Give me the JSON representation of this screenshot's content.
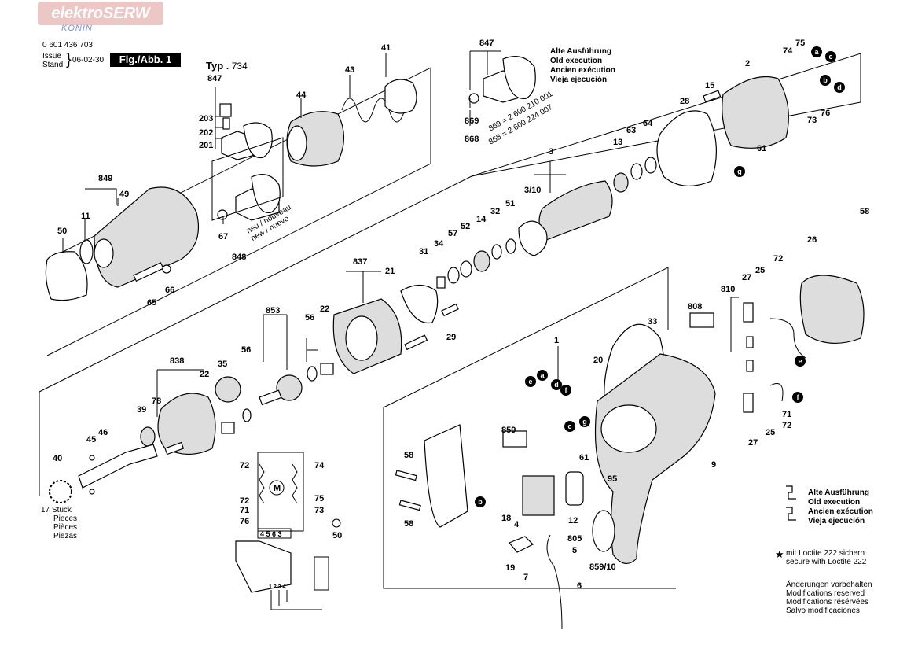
{
  "watermark": {
    "brand": "elektroSERW",
    "city": "KONIN"
  },
  "header": {
    "doc_number": "0 601 436 703",
    "issue_label": "Issue",
    "stand_label": "Stand",
    "date": "06-02-30",
    "fig_label": "Fig./Abb. 1",
    "typ_label": "Typ .",
    "typ_value": "734"
  },
  "variant_note_top": {
    "lines": [
      "Alte Ausführung",
      "Old execution",
      "Ancien exécution",
      "Vieja ejecución"
    ],
    "ref_869": "869 = 2 600 210 001",
    "ref_868": "868 = 2 600 224 007"
  },
  "variant_note_right": {
    "lines": [
      "Alte Ausführung",
      "Old execution",
      "Ancien exécution",
      "Vieja ejecución"
    ]
  },
  "loctite_note": [
    "mit Loctite 222 sichern",
    "secure with Loctite 222"
  ],
  "modifications": [
    "Änderungen vorbehalten",
    "Modifications reserved",
    "Modifications résérvées",
    "Salvo modificaciones"
  ],
  "stueck_note": [
    "17 Stück",
    "Pieces",
    "Pièces",
    "Piezas"
  ],
  "new_note": [
    "neu / nouveau",
    "new / nuevo"
  ],
  "part_labels": [
    {
      "id": "p847a",
      "text": "847"
    },
    {
      "id": "p203",
      "text": "203"
    },
    {
      "id": "p202",
      "text": "202"
    },
    {
      "id": "p201",
      "text": "201"
    },
    {
      "id": "p44",
      "text": "44"
    },
    {
      "id": "p43",
      "text": "43"
    },
    {
      "id": "p41",
      "text": "41"
    },
    {
      "id": "p849",
      "text": "849"
    },
    {
      "id": "p49",
      "text": "49"
    },
    {
      "id": "p11",
      "text": "11"
    },
    {
      "id": "p50",
      "text": "50"
    },
    {
      "id": "p67",
      "text": "67"
    },
    {
      "id": "p848",
      "text": "848"
    },
    {
      "id": "p65",
      "text": "65"
    },
    {
      "id": "p66",
      "text": "66"
    },
    {
      "id": "p847b",
      "text": "847"
    },
    {
      "id": "p869",
      "text": "869"
    },
    {
      "id": "p868",
      "text": "868"
    },
    {
      "id": "p2",
      "text": "2"
    },
    {
      "id": "p74",
      "text": "74"
    },
    {
      "id": "p75",
      "text": "75"
    },
    {
      "id": "p15",
      "text": "15"
    },
    {
      "id": "p28",
      "text": "28"
    },
    {
      "id": "p73",
      "text": "73"
    },
    {
      "id": "p76",
      "text": "76"
    },
    {
      "id": "p61a",
      "text": "61"
    },
    {
      "id": "p3",
      "text": "3"
    },
    {
      "id": "p13",
      "text": "13"
    },
    {
      "id": "p63",
      "text": "63"
    },
    {
      "id": "p64",
      "text": "64"
    },
    {
      "id": "p310",
      "text": "3/10"
    },
    {
      "id": "p51",
      "text": "51"
    },
    {
      "id": "p32",
      "text": "32"
    },
    {
      "id": "p14",
      "text": "14"
    },
    {
      "id": "p52",
      "text": "52"
    },
    {
      "id": "p57",
      "text": "57"
    },
    {
      "id": "p34",
      "text": "34"
    },
    {
      "id": "p31",
      "text": "31"
    },
    {
      "id": "p837",
      "text": "837"
    },
    {
      "id": "p21",
      "text": "21"
    },
    {
      "id": "p29",
      "text": "29"
    },
    {
      "id": "p853",
      "text": "853"
    },
    {
      "id": "p22a",
      "text": "22"
    },
    {
      "id": "p56a",
      "text": "56"
    },
    {
      "id": "p838",
      "text": "838"
    },
    {
      "id": "p35",
      "text": "35"
    },
    {
      "id": "p22b",
      "text": "22"
    },
    {
      "id": "p56b",
      "text": "56"
    },
    {
      "id": "p78",
      "text": "78"
    },
    {
      "id": "p39",
      "text": "39"
    },
    {
      "id": "p46",
      "text": "46"
    },
    {
      "id": "p45",
      "text": "45"
    },
    {
      "id": "p40",
      "text": "40"
    },
    {
      "id": "p58a",
      "text": "58"
    },
    {
      "id": "p26",
      "text": "26"
    },
    {
      "id": "p810",
      "text": "810"
    },
    {
      "id": "p27a",
      "text": "27"
    },
    {
      "id": "p25a",
      "text": "25"
    },
    {
      "id": "p72a",
      "text": "72"
    },
    {
      "id": "p808",
      "text": "808"
    },
    {
      "id": "p33",
      "text": "33"
    },
    {
      "id": "p1",
      "text": "1"
    },
    {
      "id": "p20",
      "text": "20"
    },
    {
      "id": "p859",
      "text": "859"
    },
    {
      "id": "p58b",
      "text": "58"
    },
    {
      "id": "p58c",
      "text": "58"
    },
    {
      "id": "p18",
      "text": "18"
    },
    {
      "id": "p4",
      "text": "4"
    },
    {
      "id": "p12",
      "text": "12"
    },
    {
      "id": "p61b",
      "text": "61"
    },
    {
      "id": "p95",
      "text": "95"
    },
    {
      "id": "p9",
      "text": "9"
    },
    {
      "id": "p805",
      "text": "805"
    },
    {
      "id": "p5",
      "text": "5"
    },
    {
      "id": "p19",
      "text": "19"
    },
    {
      "id": "p7",
      "text": "7"
    },
    {
      "id": "p6",
      "text": "6"
    },
    {
      "id": "p85910",
      "text": "859/10"
    },
    {
      "id": "p71",
      "text": "71"
    },
    {
      "id": "p72b",
      "text": "72"
    },
    {
      "id": "p25b",
      "text": "25"
    },
    {
      "id": "p27b",
      "text": "27"
    },
    {
      "id": "w72a",
      "text": "72"
    },
    {
      "id": "w74",
      "text": "74"
    },
    {
      "id": "w72b",
      "text": "72"
    },
    {
      "id": "w75",
      "text": "75"
    },
    {
      "id": "w71",
      "text": "71"
    },
    {
      "id": "w73",
      "text": "73"
    },
    {
      "id": "w76",
      "text": "76"
    },
    {
      "id": "w50",
      "text": "50"
    },
    {
      "id": "wmotor",
      "text": "M"
    },
    {
      "id": "wterm",
      "text": "4 5 6 3"
    },
    {
      "id": "wtop",
      "text": "1 2 3 4"
    }
  ],
  "connectors": [
    {
      "id": "ca",
      "text": "a"
    },
    {
      "id": "cc",
      "text": "c"
    },
    {
      "id": "cb",
      "text": "b"
    },
    {
      "id": "cd",
      "text": "d"
    },
    {
      "id": "cg",
      "text": "g"
    },
    {
      "id": "ce2",
      "text": "e"
    },
    {
      "id": "cf2",
      "text": "f"
    },
    {
      "id": "ce1",
      "text": "e"
    },
    {
      "id": "ca1",
      "text": "a"
    },
    {
      "id": "cd1",
      "text": "d"
    },
    {
      "id": "cf1",
      "text": "f"
    },
    {
      "id": "cc1",
      "text": "c"
    },
    {
      "id": "cg1",
      "text": "g"
    },
    {
      "id": "cb1",
      "text": "b"
    }
  ]
}
